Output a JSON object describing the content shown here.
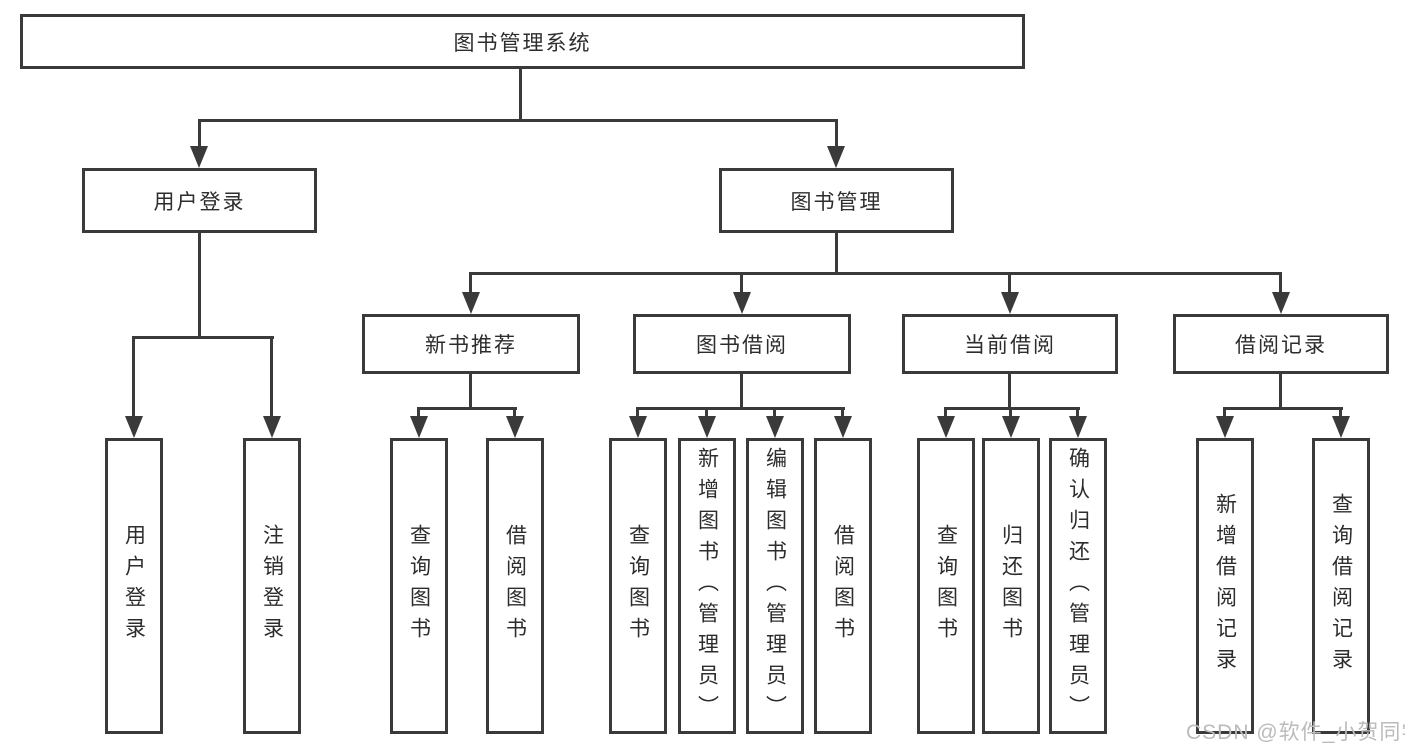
{
  "diagram": {
    "title": "图书管理系统",
    "root": {
      "label": "图书管理系统"
    },
    "branches": [
      {
        "label": "用户登录",
        "children": [
          {
            "label": "用户登录"
          },
          {
            "label": "注销登录"
          }
        ]
      },
      {
        "label": "图书管理",
        "children": [
          {
            "label": "新书推荐",
            "children": [
              {
                "label": "查询图书"
              },
              {
                "label": "借阅图书"
              }
            ]
          },
          {
            "label": "图书借阅",
            "children": [
              {
                "label": "查询图书"
              },
              {
                "label": "新增图书（管理员）"
              },
              {
                "label": "编辑图书（管理员）"
              },
              {
                "label": "借阅图书"
              }
            ]
          },
          {
            "label": "当前借阅",
            "children": [
              {
                "label": "查询图书"
              },
              {
                "label": "归还图书"
              },
              {
                "label": "确认归还（管理员）"
              }
            ]
          },
          {
            "label": "借阅记录",
            "children": [
              {
                "label": "新增借阅记录"
              },
              {
                "label": "查询借阅记录"
              }
            ]
          }
        ]
      }
    ]
  },
  "watermark": {
    "text": "CSDN @软件_小贺同学"
  },
  "colors": {
    "line": "#3a3a3a",
    "text": "#2d2d2d",
    "watermark": "#bbbbbb",
    "background": "#ffffff"
  }
}
